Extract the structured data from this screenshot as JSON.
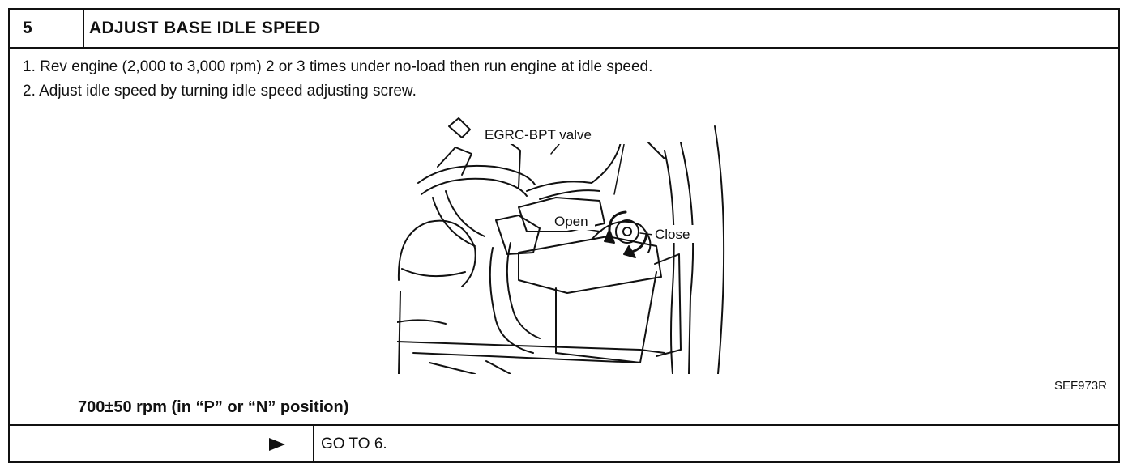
{
  "step": {
    "number": "5",
    "title": "ADJUST BASE IDLE SPEED"
  },
  "instructions": [
    "1. Rev engine (2,000 to 3,000 rpm) 2 or 3 times under no-load then run engine at idle speed.",
    "2. Adjust idle speed by turning idle speed adjusting screw."
  ],
  "figure": {
    "labels": {
      "valve": "EGRC-BPT  valve",
      "open": "Open",
      "close": "Close"
    },
    "code": "SEF973R"
  },
  "specification": "700±50 rpm (in “P” or “N” position)",
  "footer": {
    "arrow_icon": "triangle-right-icon",
    "goto": "GO TO 6."
  }
}
